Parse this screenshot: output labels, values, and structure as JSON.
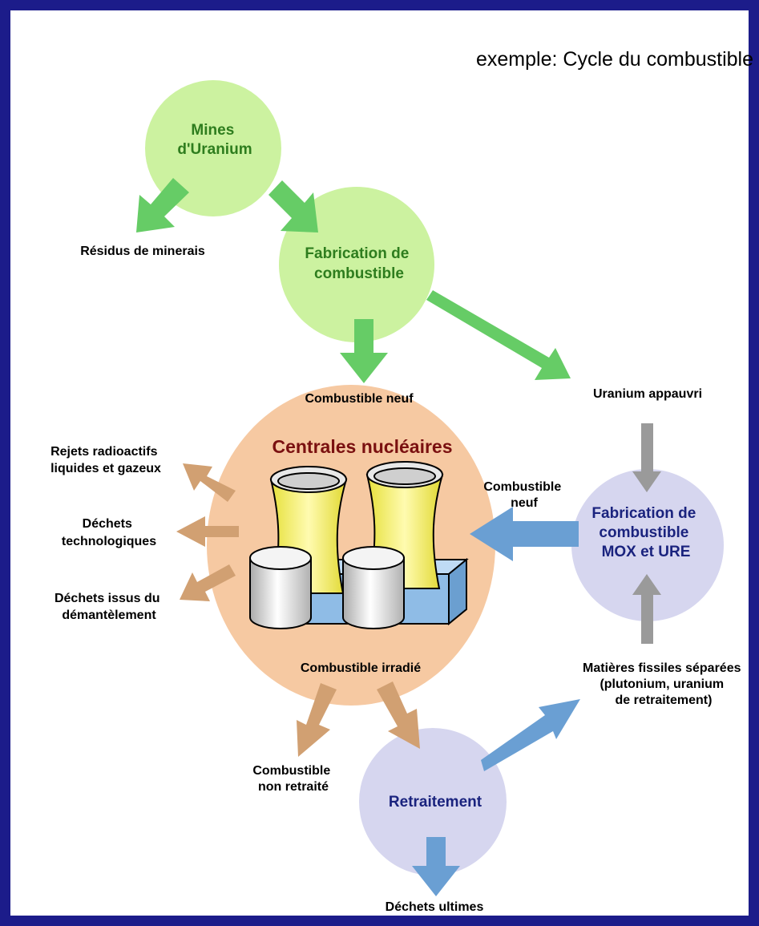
{
  "title": "exemple: Cycle du combustible",
  "nodes": {
    "mines": [
      "Mines",
      "d'Uranium"
    ],
    "fabrication": [
      "Fabrication de",
      "combustible"
    ],
    "centrales": "Centrales nucléaires",
    "mox": [
      "Fabrication de",
      "combustible",
      "MOX et URE"
    ],
    "retraitement": "Retraitement"
  },
  "labels": {
    "residus": "Résidus de minerais",
    "combustible_neuf_top": "Combustible neuf",
    "uranium_appauvri": "Uranium appauvri",
    "combustible_neuf_side": [
      "Combustible",
      "neuf"
    ],
    "rejets": [
      "Rejets radioactifs",
      "liquides et gazeux"
    ],
    "dechets_techno": [
      "Déchets",
      "technologiques"
    ],
    "dechets_demantelement": [
      "Déchets issus du",
      "démantèlement"
    ],
    "combustible_irradie": "Combustible irradié",
    "matieres": [
      "Matières fissiles séparées",
      "(plutonium, uranium",
      "de retraitement)"
    ],
    "non_retraite": [
      "Combustible",
      "non retraité"
    ],
    "dechets_ultimes": "Déchets ultimes"
  },
  "colors": {
    "frame": "#1c1c8a",
    "green_circle": "#ccf2a0",
    "green_arrow": "#66cc66",
    "green_text": "#2e7d1e",
    "orange_circle": "#f6c9a2",
    "orange_arrow": "#d1a072",
    "dark_red_text": "#7a1010",
    "lavender_circle": "#d6d6ef",
    "blue_arrow": "#6a9fd3",
    "navy_text": "#1a237e",
    "gray_arrow": "#9a9a9a"
  }
}
